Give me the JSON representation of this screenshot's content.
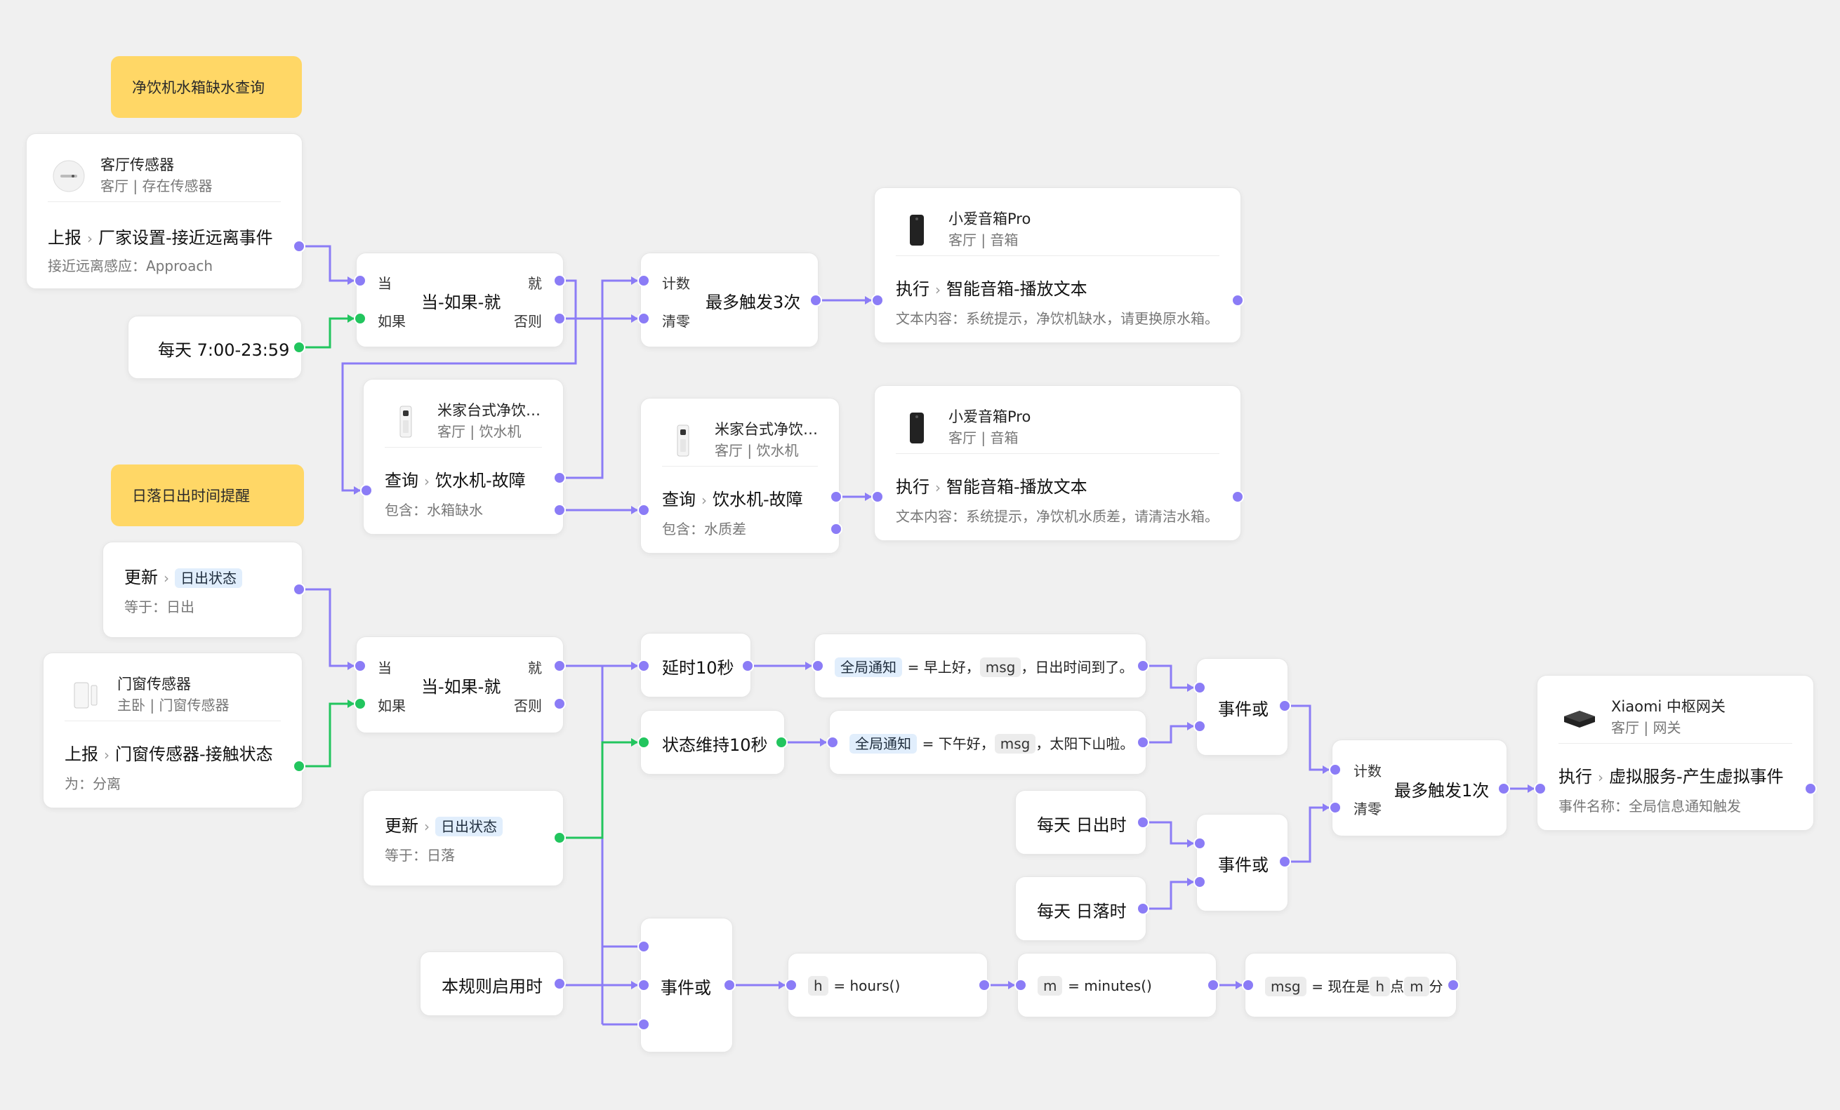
{
  "groups": {
    "water": "净饮机水箱缺水查询",
    "sun": "日落日出时间提醒"
  },
  "nodes": {
    "living_sensor": {
      "name": "客厅传感器",
      "sub": "客厅 | 存在传感器",
      "verb": "上报",
      "action": "厂家设置-接近远离事件",
      "detail": "接近远离感应：Approach"
    },
    "daily_time": {
      "text": "每天 7:00-23:59"
    },
    "when_if_1": {
      "title": "当-如果-就",
      "in_when": "当",
      "in_if": "如果",
      "out_then": "就",
      "out_else": "否则"
    },
    "purifier_1": {
      "name": "米家台式净饮…",
      "sub": "客厅 | 饮水机",
      "verb": "查询",
      "action": "饮水机-故障",
      "detail": "包含：水箱缺水"
    },
    "limit_3": {
      "title": "最多触发3次",
      "in_count": "计数",
      "in_reset": "清零"
    },
    "purifier_2": {
      "name": "米家台式净饮…",
      "sub": "客厅 | 饮水机",
      "verb": "查询",
      "action": "饮水机-故障",
      "detail": "包含：水质差"
    },
    "speaker_1": {
      "name": "小爱音箱Pro",
      "sub": "客厅 | 音箱",
      "verb": "执行",
      "action": "智能音箱-播放文本",
      "detail": "文本内容：系统提示，净饮机缺水，请更换原水箱。"
    },
    "speaker_2": {
      "name": "小爱音箱Pro",
      "sub": "客厅 | 音箱",
      "verb": "执行",
      "action": "智能音箱-播放文本",
      "detail": "文本内容：系统提示，净饮机水质差，请清洁水箱。"
    },
    "sunrise_update": {
      "verb": "更新",
      "tag": "日出状态",
      "detail": "等于：日出"
    },
    "door_sensor": {
      "name": "门窗传感器",
      "sub": "主卧 | 门窗传感器",
      "verb": "上报",
      "action": "门窗传感器-接触状态",
      "detail": "为：分离"
    },
    "when_if_2": {
      "title": "当-如果-就",
      "in_when": "当",
      "in_if": "如果",
      "out_then": "就",
      "out_else": "否则"
    },
    "sunset_update": {
      "verb": "更新",
      "tag": "日出状态",
      "detail": "等于：日落"
    },
    "delay_10": {
      "text": "延时10秒"
    },
    "hold_10": {
      "text": "状态维持10秒"
    },
    "notify_morning": {
      "tag": "全局通知",
      "eq": "= 早上好，",
      "var": "msg",
      "tail": "，日出时间到了。"
    },
    "notify_evening": {
      "tag": "全局通知",
      "eq": "= 下午好，",
      "var": "msg",
      "tail": "，太阳下山啦。"
    },
    "event_or_1": {
      "text": "事件或"
    },
    "daily_sunrise": {
      "text": "每天 日出时"
    },
    "daily_sunset": {
      "text": "每天 日落时"
    },
    "event_or_2": {
      "text": "事件或"
    },
    "limit_1": {
      "title": "最多触发1次",
      "in_count": "计数",
      "in_reset": "清零"
    },
    "gateway": {
      "name": "Xiaomi 中枢网关",
      "sub": "客厅 | 网关",
      "verb": "执行",
      "action": "虚拟服务-产生虚拟事件",
      "detail": "事件名称：全局信息通知触发"
    },
    "rule_start": {
      "text": "本规则启用时"
    },
    "event_or_3": {
      "text": "事件或"
    },
    "var_h": {
      "var": "h",
      "expr": "= hours()"
    },
    "var_m": {
      "var": "m",
      "expr": "= minutes()"
    },
    "var_msg": {
      "var": "msg",
      "expr1": "= 现在是",
      "v1": "h",
      "mid": "点",
      "v2": "m",
      "tail": "分"
    }
  },
  "colors": {
    "wire": "#8b7cf6",
    "green": "#22c55e",
    "group": "#ffd766",
    "tag": "#e1eefc"
  }
}
